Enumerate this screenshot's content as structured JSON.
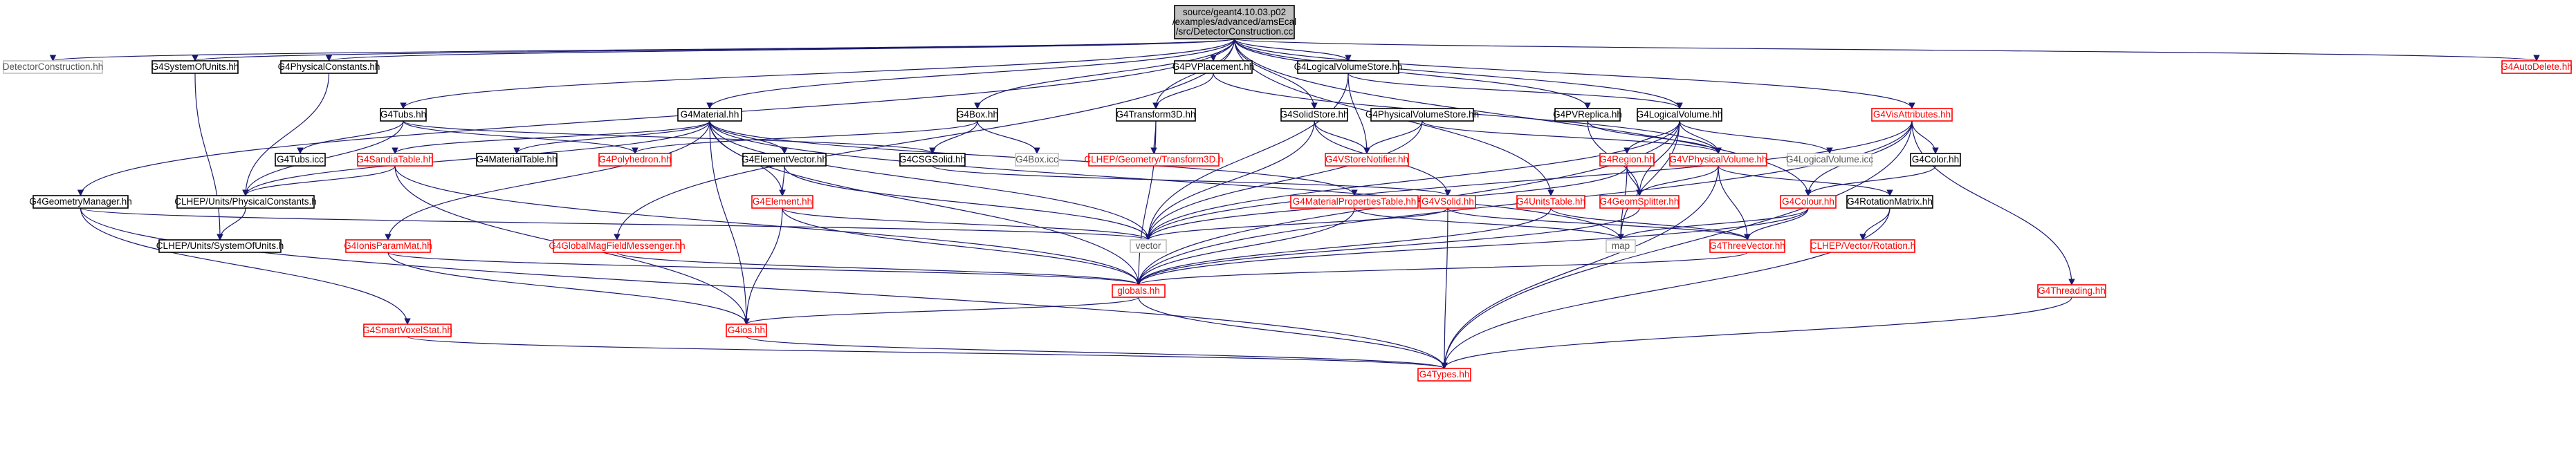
{
  "colors": {
    "edge": "#191970",
    "root_fill": "#bfbfbf",
    "link_border": "#000000",
    "missing_border": "#ff0000",
    "missing_text": "#ff0000",
    "external_border": "#bfbfbf",
    "external_text": "#555555",
    "normal_text": "#000000"
  },
  "graph": {
    "nodes": [
      {
        "id": "root",
        "lines": [
          "source/geant4.10.03.p02",
          "/examples/advanced/amsEcal",
          "/src/DetectorConstruction.cc"
        ],
        "style": "root"
      },
      {
        "id": "DetectorConstruction.hh",
        "lines": [
          "DetectorConstruction.hh"
        ],
        "style": "external"
      },
      {
        "id": "G4SystemOfUnits.hh",
        "lines": [
          "G4SystemOfUnits.hh"
        ],
        "style": "link"
      },
      {
        "id": "G4PhysicalConstants.hh",
        "lines": [
          "G4PhysicalConstants.hh"
        ],
        "style": "link"
      },
      {
        "id": "G4PVPlacement.hh",
        "lines": [
          "G4PVPlacement.hh"
        ],
        "style": "link"
      },
      {
        "id": "G4LogicalVolumeStore.hh",
        "lines": [
          "G4LogicalVolumeStore.hh"
        ],
        "style": "link"
      },
      {
        "id": "G4AutoDelete.hh",
        "lines": [
          "G4AutoDelete.hh"
        ],
        "style": "missing"
      },
      {
        "id": "G4Tubs.hh",
        "lines": [
          "G4Tubs.hh"
        ],
        "style": "link"
      },
      {
        "id": "G4Material.hh",
        "lines": [
          "G4Material.hh"
        ],
        "style": "link"
      },
      {
        "id": "G4Box.hh",
        "lines": [
          "G4Box.hh"
        ],
        "style": "link"
      },
      {
        "id": "G4Transform3D.hh",
        "lines": [
          "G4Transform3D.hh"
        ],
        "style": "link"
      },
      {
        "id": "G4SolidStore.hh",
        "lines": [
          "G4SolidStore.hh"
        ],
        "style": "link"
      },
      {
        "id": "G4PhysicalVolumeStore.hh",
        "lines": [
          "G4PhysicalVolumeStore.hh"
        ],
        "style": "link"
      },
      {
        "id": "G4PVReplica.hh",
        "lines": [
          "G4PVReplica.hh"
        ],
        "style": "link"
      },
      {
        "id": "G4LogicalVolume.hh",
        "lines": [
          "G4LogicalVolume.hh"
        ],
        "style": "link"
      },
      {
        "id": "G4VisAttributes.hh",
        "lines": [
          "G4VisAttributes.hh"
        ],
        "style": "missing"
      },
      {
        "id": "G4GeometryManager.hh",
        "lines": [
          "G4GeometryManager.hh"
        ],
        "style": "link"
      },
      {
        "id": "G4Tubs.icc",
        "lines": [
          "G4Tubs.icc"
        ],
        "style": "link"
      },
      {
        "id": "G4SandiaTable.hh",
        "lines": [
          "G4SandiaTable.hh"
        ],
        "style": "missing"
      },
      {
        "id": "G4MaterialTable.hh",
        "lines": [
          "G4MaterialTable.hh"
        ],
        "style": "link"
      },
      {
        "id": "G4Polyhedron.hh",
        "lines": [
          "G4Polyhedron.hh"
        ],
        "style": "missing"
      },
      {
        "id": "G4CSGSolid.hh",
        "lines": [
          "G4CSGSolid.hh"
        ],
        "style": "link"
      },
      {
        "id": "G4ElementVector.hh",
        "lines": [
          "G4ElementVector.hh"
        ],
        "style": "link"
      },
      {
        "id": "G4Box.icc",
        "lines": [
          "G4Box.icc"
        ],
        "style": "external"
      },
      {
        "id": "CLHEP/Geometry/Transform3D.h",
        "lines": [
          "CLHEP/Geometry/Transform3D.h"
        ],
        "style": "missing"
      },
      {
        "id": "G4VStoreNotifier.hh",
        "lines": [
          "G4VStoreNotifier.hh"
        ],
        "style": "missing"
      },
      {
        "id": "G4Region.hh",
        "lines": [
          "G4Region.hh"
        ],
        "style": "missing"
      },
      {
        "id": "G4VPhysicalVolume.hh",
        "lines": [
          "G4VPhysicalVolume.hh"
        ],
        "style": "missing"
      },
      {
        "id": "G4LogicalVolume.icc",
        "lines": [
          "G4LogicalVolume.icc"
        ],
        "style": "external"
      },
      {
        "id": "G4Color.hh",
        "lines": [
          "G4Color.hh"
        ],
        "style": "link"
      },
      {
        "id": "CLHEP/Units/PhysicalConstants.h",
        "lines": [
          "CLHEP/Units/PhysicalConstants.h"
        ],
        "style": "link"
      },
      {
        "id": "G4Element.hh",
        "lines": [
          "G4Element.hh"
        ],
        "style": "missing"
      },
      {
        "id": "G4MaterialPropertiesTable.hh",
        "lines": [
          "G4MaterialPropertiesTable.hh"
        ],
        "style": "missing"
      },
      {
        "id": "G4VSolid.hh",
        "lines": [
          "G4VSolid.hh"
        ],
        "style": "missing"
      },
      {
        "id": "G4UnitsTable.hh",
        "lines": [
          "G4UnitsTable.hh"
        ],
        "style": "missing"
      },
      {
        "id": "G4GeomSplitter.hh",
        "lines": [
          "G4GeomSplitter.hh"
        ],
        "style": "missing"
      },
      {
        "id": "G4Colour.hh",
        "lines": [
          "G4Colour.hh"
        ],
        "style": "missing"
      },
      {
        "id": "G4RotationMatrix.hh",
        "lines": [
          "G4RotationMatrix.hh"
        ],
        "style": "link"
      },
      {
        "id": "CLHEP/Units/SystemOfUnits.h",
        "lines": [
          "CLHEP/Units/SystemOfUnits.h"
        ],
        "style": "link"
      },
      {
        "id": "G4IonisParamMat.hh",
        "lines": [
          "G4IonisParamMat.hh"
        ],
        "style": "missing"
      },
      {
        "id": "G4GlobalMagFieldMessenger.hh",
        "lines": [
          "G4GlobalMagFieldMessenger.hh"
        ],
        "style": "missing"
      },
      {
        "id": "vector",
        "lines": [
          "vector"
        ],
        "style": "external"
      },
      {
        "id": "map",
        "lines": [
          "map"
        ],
        "style": "external"
      },
      {
        "id": "G4ThreeVector.hh",
        "lines": [
          "G4ThreeVector.hh"
        ],
        "style": "missing"
      },
      {
        "id": "CLHEP/Vector/Rotation.h",
        "lines": [
          "CLHEP/Vector/Rotation.h"
        ],
        "style": "missing"
      },
      {
        "id": "globals.hh",
        "lines": [
          "globals.hh"
        ],
        "style": "missing"
      },
      {
        "id": "G4Threading.hh",
        "lines": [
          "G4Threading.hh"
        ],
        "style": "missing"
      },
      {
        "id": "G4SmartVoxelStat.hh",
        "lines": [
          "G4SmartVoxelStat.hh"
        ],
        "style": "missing"
      },
      {
        "id": "G4ios.hh",
        "lines": [
          "G4ios.hh"
        ],
        "style": "missing"
      },
      {
        "id": "G4Types.hh",
        "lines": [
          "G4Types.hh"
        ],
        "style": "missing"
      }
    ],
    "edges": [
      [
        "root",
        "DetectorConstruction.hh"
      ],
      [
        "root",
        "G4SystemOfUnits.hh"
      ],
      [
        "root",
        "G4PhysicalConstants.hh"
      ],
      [
        "root",
        "G4PVPlacement.hh"
      ],
      [
        "root",
        "G4LogicalVolumeStore.hh"
      ],
      [
        "root",
        "G4AutoDelete.hh"
      ],
      [
        "root",
        "G4Tubs.hh"
      ],
      [
        "root",
        "G4Material.hh"
      ],
      [
        "root",
        "G4Box.hh"
      ],
      [
        "root",
        "G4Transform3D.hh"
      ],
      [
        "root",
        "G4SolidStore.hh"
      ],
      [
        "root",
        "G4PVReplica.hh"
      ],
      [
        "root",
        "G4LogicalVolume.hh"
      ],
      [
        "root",
        "G4VisAttributes.hh"
      ],
      [
        "root",
        "G4GeometryManager.hh"
      ],
      [
        "root",
        "G4UnitsTable.hh"
      ],
      [
        "root",
        "G4GlobalMagFieldMessenger.hh"
      ],
      [
        "root",
        "G4Colour.hh"
      ],
      [
        "G4SystemOfUnits.hh",
        "CLHEP/Units/SystemOfUnits.h"
      ],
      [
        "G4PhysicalConstants.hh",
        "CLHEP/Units/PhysicalConstants.h"
      ],
      [
        "G4PVPlacement.hh",
        "G4VPhysicalVolume.hh"
      ],
      [
        "G4PVPlacement.hh",
        "G4Transform3D.hh"
      ],
      [
        "G4LogicalVolumeStore.hh",
        "vector"
      ],
      [
        "G4LogicalVolumeStore.hh",
        "G4VStoreNotifier.hh"
      ],
      [
        "G4LogicalVolumeStore.hh",
        "G4LogicalVolume.hh"
      ],
      [
        "G4Tubs.hh",
        "G4CSGSolid.hh"
      ],
      [
        "G4Tubs.hh",
        "G4Polyhedron.hh"
      ],
      [
        "G4Tubs.hh",
        "G4Tubs.icc"
      ],
      [
        "G4Tubs.hh",
        "CLHEP/Units/PhysicalConstants.h"
      ],
      [
        "G4Material.hh",
        "vector"
      ],
      [
        "G4Material.hh",
        "map"
      ],
      [
        "G4Material.hh",
        "CLHEP/Units/PhysicalConstants.h"
      ],
      [
        "G4Material.hh",
        "globals.hh"
      ],
      [
        "G4Material.hh",
        "G4ios.hh"
      ],
      [
        "G4Material.hh",
        "G4Element.hh"
      ],
      [
        "G4Material.hh",
        "G4MaterialPropertiesTable.hh"
      ],
      [
        "G4Material.hh",
        "G4IonisParamMat.hh"
      ],
      [
        "G4Material.hh",
        "G4SandiaTable.hh"
      ],
      [
        "G4Material.hh",
        "G4ElementVector.hh"
      ],
      [
        "G4Material.hh",
        "G4MaterialTable.hh"
      ],
      [
        "G4Box.hh",
        "G4CSGSolid.hh"
      ],
      [
        "G4Box.hh",
        "G4Polyhedron.hh"
      ],
      [
        "G4Box.hh",
        "G4Box.icc"
      ],
      [
        "G4Transform3D.hh",
        "CLHEP/Geometry/Transform3D.h"
      ],
      [
        "G4Transform3D.hh",
        "globals.hh"
      ],
      [
        "G4SolidStore.hh",
        "vector"
      ],
      [
        "G4SolidStore.hh",
        "G4VSolid.hh"
      ],
      [
        "G4SolidStore.hh",
        "G4VStoreNotifier.hh"
      ],
      [
        "G4PhysicalVolumeStore.hh",
        "vector"
      ],
      [
        "G4PhysicalVolumeStore.hh",
        "G4VPhysicalVolume.hh"
      ],
      [
        "G4PhysicalVolumeStore.hh",
        "G4VStoreNotifier.hh"
      ],
      [
        "G4PVReplica.hh",
        "G4VPhysicalVolume.hh"
      ],
      [
        "G4PVReplica.hh",
        "G4GeomSplitter.hh"
      ],
      [
        "G4LogicalVolume.hh",
        "globals.hh"
      ],
      [
        "G4LogicalVolume.hh",
        "vector"
      ],
      [
        "G4LogicalVolume.hh",
        "map"
      ],
      [
        "G4LogicalVolume.hh",
        "G4Region.hh"
      ],
      [
        "G4LogicalVolume.hh",
        "G4VPhysicalVolume.hh"
      ],
      [
        "G4LogicalVolume.hh",
        "G4GeomSplitter.hh"
      ],
      [
        "G4LogicalVolume.hh",
        "G4LogicalVolume.icc"
      ],
      [
        "G4VisAttributes.hh",
        "G4Colour.hh"
      ],
      [
        "G4VisAttributes.hh",
        "G4Color.hh"
      ],
      [
        "G4VisAttributes.hh",
        "vector"
      ],
      [
        "G4VisAttributes.hh",
        "globals.hh"
      ],
      [
        "G4VisAttributes.hh",
        "G4Threading.hh"
      ],
      [
        "G4VisAttributes.hh",
        "G4Types.hh"
      ],
      [
        "G4GeometryManager.hh",
        "vector"
      ],
      [
        "G4GeometryManager.hh",
        "G4SmartVoxelStat.hh"
      ],
      [
        "G4GeometryManager.hh",
        "G4Types.hh"
      ],
      [
        "G4SandiaTable.hh",
        "CLHEP/Units/PhysicalConstants.h"
      ],
      [
        "G4SandiaTable.hh",
        "globals.hh"
      ],
      [
        "G4SandiaTable.hh",
        "G4ios.hh"
      ],
      [
        "G4CSGSolid.hh",
        "G4VSolid.hh"
      ],
      [
        "G4ElementVector.hh",
        "G4Element.hh"
      ],
      [
        "G4ElementVector.hh",
        "vector"
      ],
      [
        "G4Region.hh",
        "G4GeomSplitter.hh"
      ],
      [
        "G4Region.hh",
        "vector"
      ],
      [
        "G4Region.hh",
        "map"
      ],
      [
        "G4VPhysicalVolume.hh",
        "G4RotationMatrix.hh"
      ],
      [
        "G4VPhysicalVolume.hh",
        "G4ThreeVector.hh"
      ],
      [
        "G4VPhysicalVolume.hh",
        "G4GeomSplitter.hh"
      ],
      [
        "G4VPhysicalVolume.hh",
        "G4Types.hh"
      ],
      [
        "G4Color.hh",
        "G4Colour.hh"
      ],
      [
        "CLHEP/Units/PhysicalConstants.h",
        "CLHEP/Units/SystemOfUnits.h"
      ],
      [
        "G4Element.hh",
        "globals.hh"
      ],
      [
        "G4Element.hh",
        "G4ios.hh"
      ],
      [
        "G4Element.hh",
        "vector"
      ],
      [
        "G4MaterialPropertiesTable.hh",
        "map"
      ],
      [
        "G4MaterialPropertiesTable.hh",
        "globals.hh"
      ],
      [
        "G4VSolid.hh",
        "G4Types.hh"
      ],
      [
        "G4VSolid.hh",
        "G4ThreeVector.hh"
      ],
      [
        "G4VSolid.hh",
        "vector"
      ],
      [
        "G4UnitsTable.hh",
        "globals.hh"
      ],
      [
        "G4UnitsTable.hh",
        "G4ThreeVector.hh"
      ],
      [
        "G4GeomSplitter.hh",
        "globals.hh"
      ],
      [
        "G4Colour.hh",
        "G4ThreeVector.hh"
      ],
      [
        "G4Colour.hh",
        "globals.hh"
      ],
      [
        "G4Colour.hh",
        "map"
      ],
      [
        "G4RotationMatrix.hh",
        "CLHEP/Vector/Rotation.h"
      ],
      [
        "G4RotationMatrix.hh",
        "G4Types.hh"
      ],
      [
        "G4IonisParamMat.hh",
        "globals.hh"
      ],
      [
        "G4IonisParamMat.hh",
        "G4ios.hh"
      ],
      [
        "G4GlobalMagFieldMessenger.hh",
        "globals.hh"
      ],
      [
        "G4ThreeVector.hh",
        "globals.hh"
      ],
      [
        "globals.hh",
        "G4ios.hh"
      ],
      [
        "globals.hh",
        "G4Types.hh"
      ],
      [
        "G4Threading.hh",
        "G4Types.hh"
      ],
      [
        "G4SmartVoxelStat.hh",
        "G4Types.hh"
      ],
      [
        "G4ios.hh",
        "G4Types.hh"
      ]
    ]
  }
}
